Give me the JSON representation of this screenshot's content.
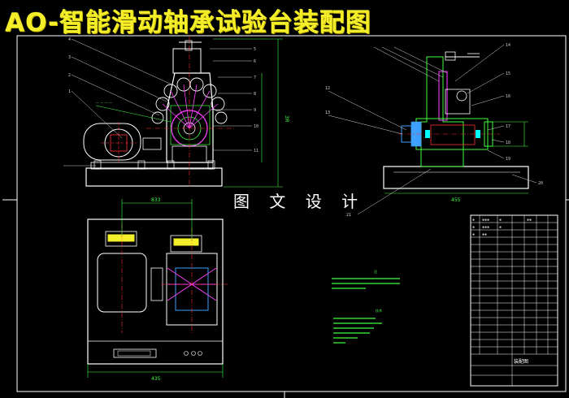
{
  "title": "AO-智能滑动轴承试验台装配图",
  "watermark": "图 文 设 计",
  "colors": {
    "background": "#000000",
    "title": "#f4ef2a",
    "outline": "#ffffff",
    "dimension": "#40ff40",
    "centerline": "#ff3030",
    "bearing": "#ff40ff",
    "accent": "#40a0ff",
    "hatch": "#00ffff"
  },
  "views": {
    "front_view": {
      "dim_height": "ЗЯ"
    },
    "side_view": {
      "dim_width": "455"
    },
    "top_view": {
      "dim_inner": "833",
      "dim_width": "435"
    }
  },
  "notes": {
    "heading_1": "注",
    "heading_2": "技术"
  },
  "title_block": {
    "label": "装配图"
  }
}
